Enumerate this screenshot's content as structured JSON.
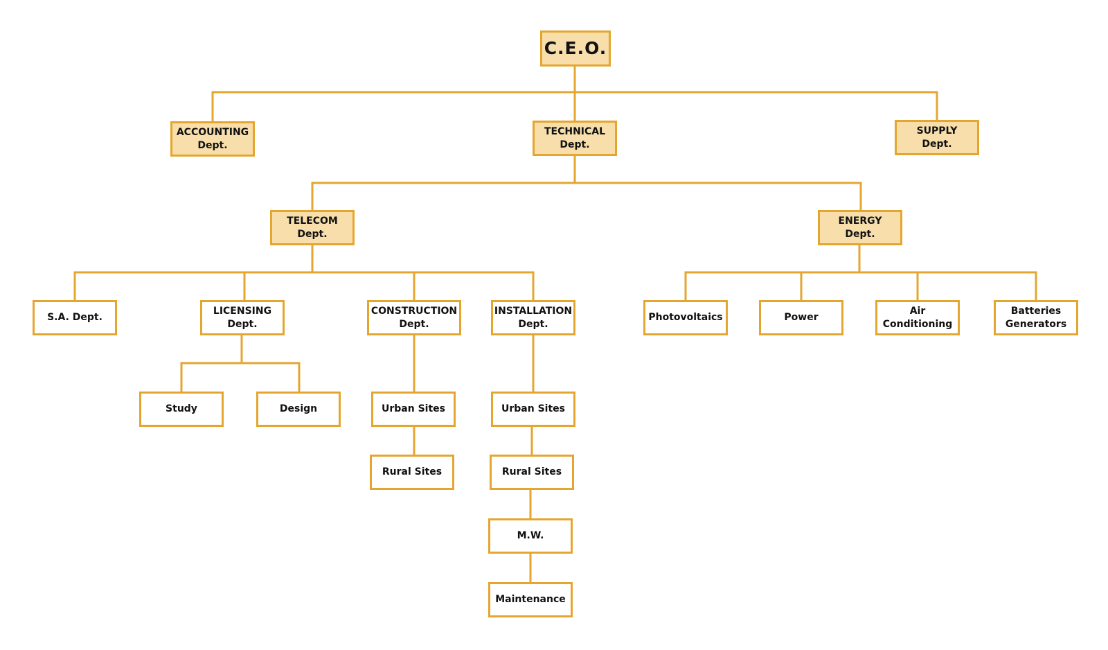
{
  "colors": {
    "line": "#e5a630",
    "border": "#e5a630",
    "fill_primary": "#f7deab",
    "fill_secondary": "#ffffff",
    "text": "#111111"
  },
  "nodes": {
    "ceo": {
      "l1": "C.E.O."
    },
    "accounting": {
      "l1": "ACCOUNTING",
      "l2": "Dept."
    },
    "technical": {
      "l1": "TECHNICAL",
      "l2": "Dept."
    },
    "supply": {
      "l1": "SUPPLY",
      "l2": "Dept."
    },
    "telecom": {
      "l1": "TELECOM",
      "l2": "Dept."
    },
    "energy": {
      "l1": "ENERGY",
      "l2": "Dept."
    },
    "sa": {
      "l1": "S.A. Dept."
    },
    "licensing": {
      "l1": "LICENSING",
      "l2": "Dept."
    },
    "construction": {
      "l1": "CONSTRUCTION",
      "l2": "Dept."
    },
    "installation": {
      "l1": "INSTALLATION",
      "l2": "Dept."
    },
    "photovoltaics": {
      "l1": "Photovoltaics"
    },
    "power": {
      "l1": "Power"
    },
    "aircon": {
      "l1": "Air",
      "l2": "Conditioning"
    },
    "batteries": {
      "l1": "Batteries",
      "l2": "Generators"
    },
    "study": {
      "l1": "Study"
    },
    "design": {
      "l1": "Design"
    },
    "const_urban": {
      "l1": "Urban Sites"
    },
    "const_rural": {
      "l1": "Rural Sites"
    },
    "inst_urban": {
      "l1": "Urban Sites"
    },
    "inst_rural": {
      "l1": "Rural Sites"
    },
    "inst_mw": {
      "l1": "M.W."
    },
    "inst_maint": {
      "l1": "Maintenance"
    }
  }
}
